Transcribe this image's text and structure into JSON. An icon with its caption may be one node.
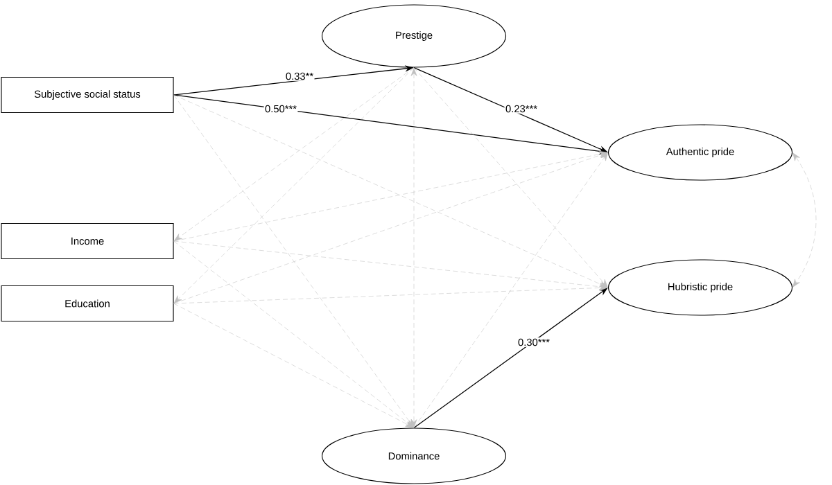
{
  "diagram": {
    "nodes": [
      {
        "text": [
          "Prestige"
        ]
      },
      {
        "text": [
          "Subjective social status"
        ]
      },
      {
        "text": [
          "Authentic pride"
        ]
      },
      {
        "text": [
          "Income"
        ]
      },
      {
        "text": [
          "Hubristic pride"
        ]
      },
      {
        "text": [
          "Education"
        ]
      },
      {
        "text": [
          "Dominance"
        ]
      }
    ],
    "edges": [
      {
        "from": 1,
        "to": 0,
        "arrow": "to",
        "label": "0.33**",
        "color": "#000000"
      },
      {
        "from": 1,
        "to": 2,
        "arrow": "to",
        "label": "0.50***",
        "color": "#000000"
      },
      {
        "from": 0,
        "to": 2,
        "arrow": "to",
        "label": "0.23***",
        "color": "#000000"
      },
      {
        "from": 6,
        "to": 4,
        "arrow": "to",
        "label": "0.30***",
        "color": "#000000"
      },
      {
        "from": 1,
        "to": 4,
        "arrow": "to",
        "style": "dashed",
        "color": "#c0c0c0"
      },
      {
        "from": 1,
        "to": 6,
        "arrow": "to",
        "style": "dashed",
        "color": "#c0c0c0"
      },
      {
        "from": 0,
        "to": 3,
        "arrow": "to",
        "style": "dashed",
        "color": "#c0c0c0"
      },
      {
        "from": 3,
        "to": 2,
        "arrow": "to",
        "style": "dashed",
        "color": "#c0c0c0"
      },
      {
        "from": 3,
        "to": 4,
        "arrow": "to",
        "style": "dashed",
        "color": "#c0c0c0"
      },
      {
        "from": 3,
        "to": 6,
        "arrow": "to",
        "style": "dashed",
        "color": "#c0c0c0"
      },
      {
        "from": 0,
        "to": 5,
        "arrow": "to",
        "style": "dashed",
        "color": "#c0c0c0"
      },
      {
        "from": 5,
        "to": 2,
        "arrow": "to",
        "style": "dashed",
        "color": "#c0c0c0"
      },
      {
        "from": 5,
        "to": 4,
        "arrow": "to",
        "style": "dashed",
        "color": "#c0c0c0"
      },
      {
        "from": 5,
        "to": 6,
        "arrow": "to",
        "style": "dashed",
        "color": "#c0c0c0"
      },
      {
        "from": 0,
        "to": 6,
        "arrow": "both",
        "style": "dashed",
        "color": "#c0c0c0"
      },
      {
        "from": 0,
        "to": 4,
        "arrow": "to",
        "style": "dashed",
        "color": "#c0c0c0"
      },
      {
        "from": 6,
        "to": 2,
        "arrow": "to",
        "style": "dashed",
        "color": "#c0c0c0"
      },
      {
        "from": 2,
        "to": 4,
        "arrow": "both",
        "style": "dashed",
        "color": "#c0c0c0"
      }
    ]
  }
}
